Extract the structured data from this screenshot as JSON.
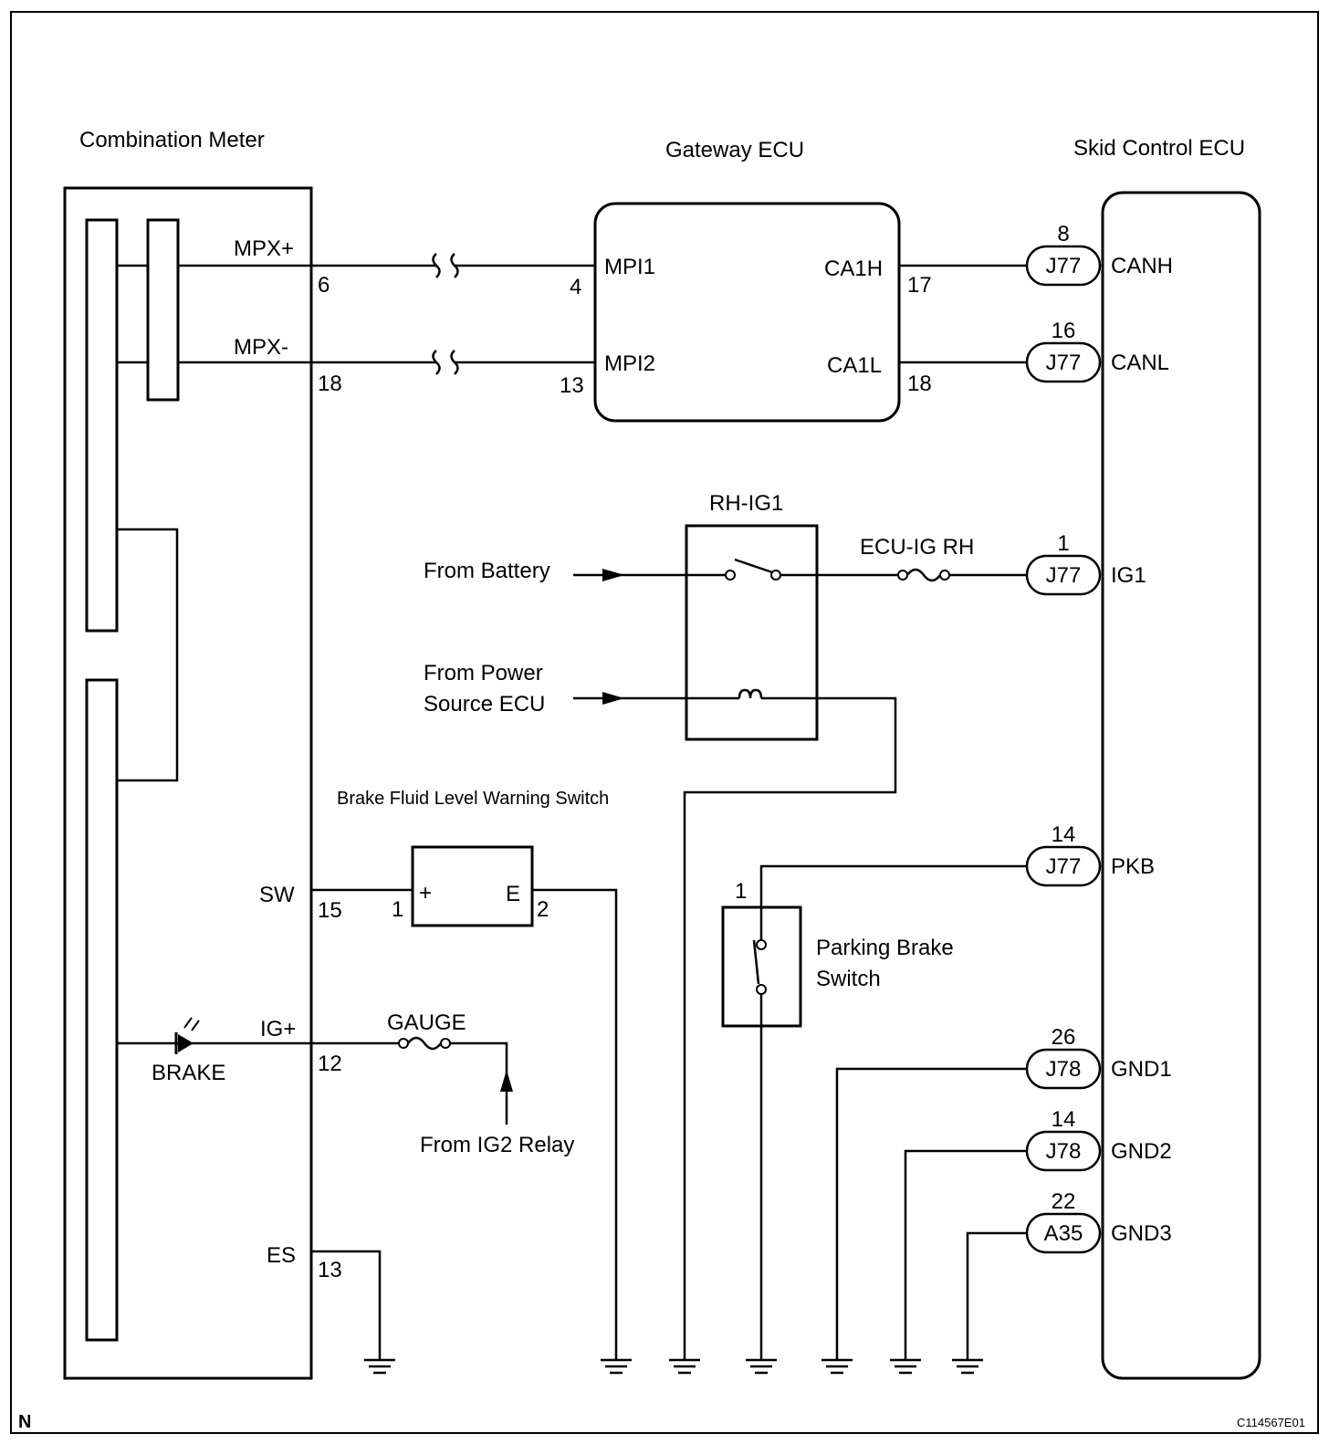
{
  "components": {
    "combination_meter": "Combination Meter",
    "gateway_ecu": "Gateway ECU",
    "skid_control_ecu": "Skid Control ECU",
    "relay": "RH-IG1",
    "fuse_ecu_ig": "ECU-IG RH",
    "fuse_gauge": "GAUGE",
    "brake_fluid_switch": "Brake Fluid Level Warning Switch",
    "parking_brake_switch_line1": "Parking Brake",
    "parking_brake_switch_line2": "Switch",
    "brake_lamp": "BRAKE"
  },
  "sources": {
    "battery": "From Battery",
    "power_source_line1": "From Power",
    "power_source_line2": "Source ECU",
    "ig2_relay": "From IG2 Relay"
  },
  "meter_terminals": {
    "mpx_plus": "MPX+",
    "mpx_plus_pin": "6",
    "mpx_minus": "MPX-",
    "mpx_minus_pin": "18",
    "sw": "SW",
    "sw_pin": "15",
    "ig_plus": "IG+",
    "ig_plus_pin": "12",
    "es": "ES",
    "es_pin": "13"
  },
  "gateway_terminals": {
    "mpi1": "MPI1",
    "mpi1_pin": "4",
    "mpi2": "MPI2",
    "mpi2_pin": "13",
    "ca1h": "CA1H",
    "ca1h_pin": "17",
    "ca1l": "CA1L",
    "ca1l_pin": "18"
  },
  "switch_terminals": {
    "plus": "+",
    "plus_pin": "1",
    "e": "E",
    "e_pin": "2",
    "pkb_switch_pin": "1"
  },
  "skid_terminals": [
    {
      "pin": "8",
      "connector": "J77",
      "name": "CANH"
    },
    {
      "pin": "16",
      "connector": "J77",
      "name": "CANL"
    },
    {
      "pin": "1",
      "connector": "J77",
      "name": "IG1"
    },
    {
      "pin": "14",
      "connector": "J77",
      "name": "PKB"
    },
    {
      "pin": "26",
      "connector": "J78",
      "name": "GND1"
    },
    {
      "pin": "14",
      "connector": "J78",
      "name": "GND2"
    },
    {
      "pin": "22",
      "connector": "A35",
      "name": "GND3"
    }
  ],
  "footer": {
    "left_mark": "N",
    "figure_id": "C114567E01"
  }
}
